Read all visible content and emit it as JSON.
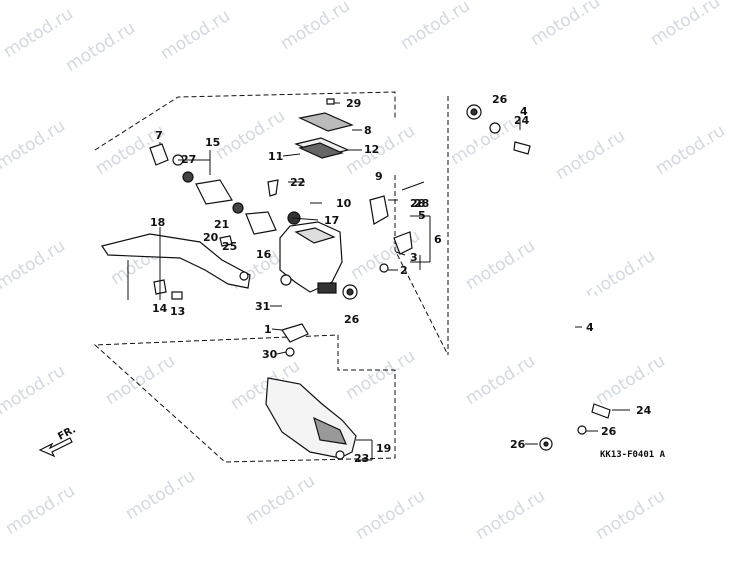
{
  "watermark_text": "motod.ru",
  "diagram_code": "KK13-F0401 A",
  "direction_marker": "FR.",
  "callouts": {
    "c1": "1",
    "c2": "2",
    "c3": "3",
    "c4a": "4",
    "c4b": "4",
    "c5": "5",
    "c6": "6",
    "c7": "7",
    "c8": "8",
    "c9": "9",
    "c10": "10",
    "c11": "11",
    "c12": "12",
    "c13": "13",
    "c14": "14",
    "c15": "15",
    "c16": "16",
    "c17": "17",
    "c18": "18",
    "c19": "19",
    "c20": "20",
    "c21": "21",
    "c22": "22",
    "c23": "23",
    "c24a": "24",
    "c24b": "24",
    "c25": "25",
    "c26a": "26",
    "c26b": "26",
    "c26c": "26",
    "c27": "27",
    "c28a": "28",
    "c28b": "28",
    "c29": "29",
    "c30": "30",
    "c31": "31"
  }
}
